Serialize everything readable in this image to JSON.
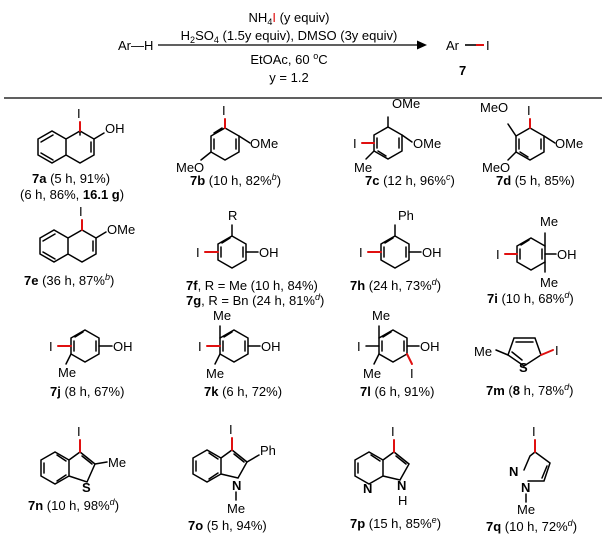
{
  "reaction": {
    "substrate": "Ar—H",
    "reagent_line1_pre": "NH",
    "reagent_line1_sub": "4",
    "reagent_line1_I": "I",
    "reagent_line1_post": " (y equiv)",
    "reagent_line2_a": "H",
    "reagent_line2_sub1": "2",
    "reagent_line2_b": "SO",
    "reagent_line2_sub2": "4",
    "reagent_line2_c": " (1.5y equiv), DMSO (3y equiv)",
    "condition_line1": "EtOAc, 60 ",
    "condition_deg": "o",
    "condition_C": "C",
    "condition_line2": "y = 1.2",
    "product_ar": "Ar",
    "product_I": "I",
    "product_label": "7"
  },
  "atoms": {
    "I": "I",
    "OH": "OH",
    "OMe": "OMe",
    "MeO": "MeO",
    "Me": "Me",
    "R": "R",
    "Ph": "Ph",
    "S": "S",
    "N": "N",
    "H": "H"
  },
  "entries": {
    "7a": {
      "id": "7a",
      "text": " (5 h, 91%)",
      "line2_pre": "(6 h, 86%, ",
      "line2_bold": "16.1 g",
      "line2_post": ")"
    },
    "7b": {
      "id": "7b",
      "text": " (10 h, 82%",
      "sup": "b",
      "close": ")"
    },
    "7c": {
      "id": "7c",
      "text": " (12 h, 96%",
      "sup": "c",
      "close": ")"
    },
    "7d": {
      "id": "7d",
      "text": " (5 h, 85%)"
    },
    "7e": {
      "id": "7e",
      "text": " (36 h, 87%",
      "sup": "b",
      "close": ")"
    },
    "7f": {
      "id": "7f",
      "text": ", R = Me (10 h, 84%)"
    },
    "7g": {
      "id": "7g",
      "text": ", R = Bn (24 h, 81%",
      "sup": "d",
      "close": ")"
    },
    "7h": {
      "id": "7h",
      "text": " (24 h, 73%",
      "sup": "d",
      "close": ")"
    },
    "7i": {
      "id": "7i",
      "text": " (10 h, 68%",
      "sup": "d",
      "close": ")"
    },
    "7j": {
      "id": "7j",
      "text": " (8 h, 67%)"
    },
    "7k": {
      "id": "7k",
      "text": " (6 h, 72%)"
    },
    "7l": {
      "id": "7l",
      "text": " (6 h, 91%)"
    },
    "7m": {
      "id": "7m",
      "text": " (",
      "bold_mid": "8",
      "text2": " h, 78%",
      "sup": "d",
      "close": ")"
    },
    "7n": {
      "id": "7n",
      "text": " (10 h, 98%",
      "sup": "d",
      "close": ")"
    },
    "7o": {
      "id": "7o",
      "text": " (5 h, 94%)"
    },
    "7p": {
      "id": "7p",
      "text": " (15 h, 85%",
      "sup": "e",
      "close": ")"
    },
    "7q": {
      "id": "7q",
      "text": " (10 h, 72%",
      "sup": "d",
      "close": ")"
    }
  },
  "colors": {
    "iodine": "#e01010",
    "sulfur": "#1a3ccc",
    "nitrogen": "#1a3ccc",
    "text": "#000000"
  }
}
